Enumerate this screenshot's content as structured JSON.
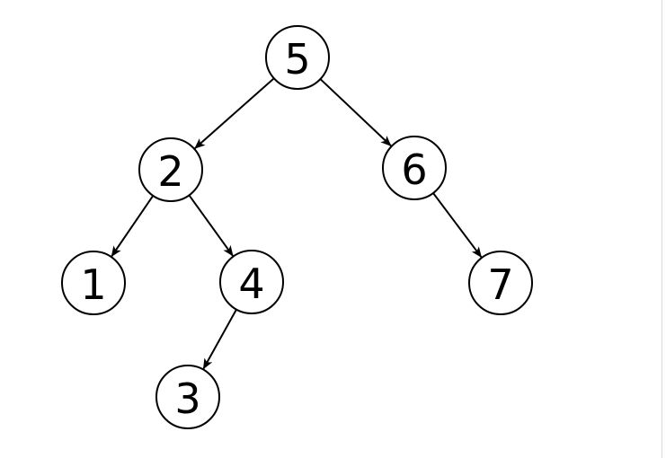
{
  "tree": {
    "nodes": [
      {
        "id": "n5",
        "label": "5"
      },
      {
        "id": "n2",
        "label": "2"
      },
      {
        "id": "n6",
        "label": "6"
      },
      {
        "id": "n1",
        "label": "1"
      },
      {
        "id": "n4",
        "label": "4"
      },
      {
        "id": "n7",
        "label": "7"
      },
      {
        "id": "n3",
        "label": "3"
      }
    ],
    "edges": [
      {
        "from": "n5",
        "to": "n2"
      },
      {
        "from": "n5",
        "to": "n6"
      },
      {
        "from": "n2",
        "to": "n1"
      },
      {
        "from": "n2",
        "to": "n4"
      },
      {
        "from": "n6",
        "to": "n7"
      },
      {
        "from": "n4",
        "to": "n3"
      }
    ]
  }
}
